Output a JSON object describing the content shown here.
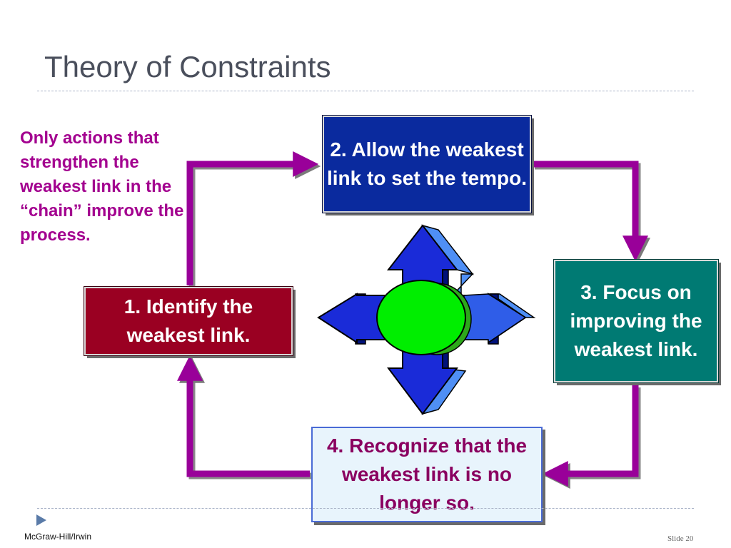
{
  "slide": {
    "title": "Theory of Constraints",
    "note": "Only actions that strengthen the weakest link in the “chain” improve the process."
  },
  "steps": [
    {
      "label": "1. Identify the weakest link."
    },
    {
      "label": "2. Allow the weakest link to set the tempo."
    },
    {
      "label": "3. Focus on improving the weakest link."
    },
    {
      "label": "4. Recognize that the weakest link is no longer so."
    }
  ],
  "footer": {
    "publisher": "McGraw-Hill/Irwin",
    "slide_number": "Slide 20"
  },
  "icons": {
    "nav": "play-triangle-icon",
    "center": "four-way-arrow-icon"
  },
  "colors": {
    "step1": "#9a0022",
    "step2": "#0a2a9e",
    "step3": "#007a73",
    "step4": "#e8f4fc",
    "connector": "#990099",
    "center_circle": "#00ee00",
    "center_arrows": "#1a2bd8"
  }
}
